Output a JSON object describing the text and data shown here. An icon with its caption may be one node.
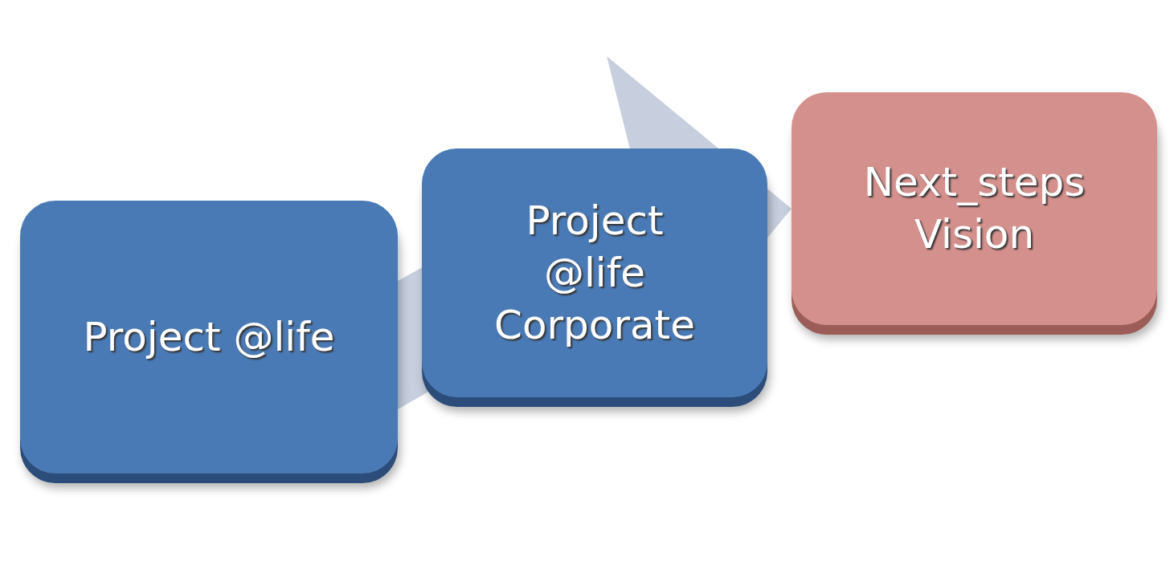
{
  "diagram": {
    "nodes": [
      {
        "text": [
          "Project @life"
        ]
      },
      {
        "text": [
          "Project @life Corporate"
        ]
      },
      {
        "text": [
          "Next_steps Vision"
        ]
      }
    ],
    "edges": [
      {
        "from": 0,
        "to": 2,
        "arrow": "to"
      }
    ]
  }
}
